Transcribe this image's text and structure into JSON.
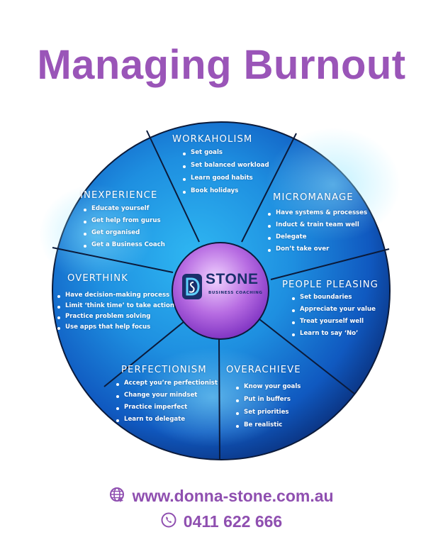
{
  "title": "Managing Burnout",
  "colors": {
    "title": "#9a55b8",
    "segment_text": "#ffffff",
    "wheel_blue": "#1e8fe0",
    "wheel_dark": "#0a2f7a",
    "divider": "#0b1a3a",
    "hub_purple": "#b167db",
    "logo_navy": "#1a2f6b",
    "contact": "#8f4fb0"
  },
  "segments": [
    {
      "title": "WORKAHOLISM",
      "items": [
        "Set goals",
        "Set balanced workload",
        "Learn good habits",
        "Book holidays"
      ]
    },
    {
      "title": "MICROMANAGE",
      "items": [
        "Have systems & processes",
        "Induct & train team well",
        "Delegate",
        "Don’t take over"
      ]
    },
    {
      "title": "PEOPLE PLEASING",
      "items": [
        "Set boundaries",
        "Appreciate your value",
        "Treat yourself well",
        "Learn to say ‘No’"
      ]
    },
    {
      "title": "OVERACHIEVE",
      "items": [
        "Know your goals",
        "Put in buffers",
        "Set priorities",
        "Be realistic"
      ]
    },
    {
      "title": "PERFECTIONISM",
      "items": [
        "Accept you’re perfectionist",
        "Change your mindset",
        "Practice imperfect",
        "Learn to delegate"
      ]
    },
    {
      "title": "OVERTHINK",
      "items": [
        "Have decision-making process",
        "Limit ‘think time’ to take action",
        "Practice problem solving",
        "Use apps that help focus"
      ]
    },
    {
      "title": "INEXPERIENCE",
      "items": [
        "Educate yourself",
        "Get help from gurus",
        "Get organised",
        "Get a Business Coach"
      ]
    }
  ],
  "logo": {
    "name": "STONE",
    "tagline": "BUSINESS COACHING",
    "icon": "ds-monogram-icon"
  },
  "contact": {
    "website": "www.donna-stone.com.au",
    "website_icon": "globe-icon",
    "phone": "0411 622 666",
    "phone_icon": "phone-icon"
  }
}
